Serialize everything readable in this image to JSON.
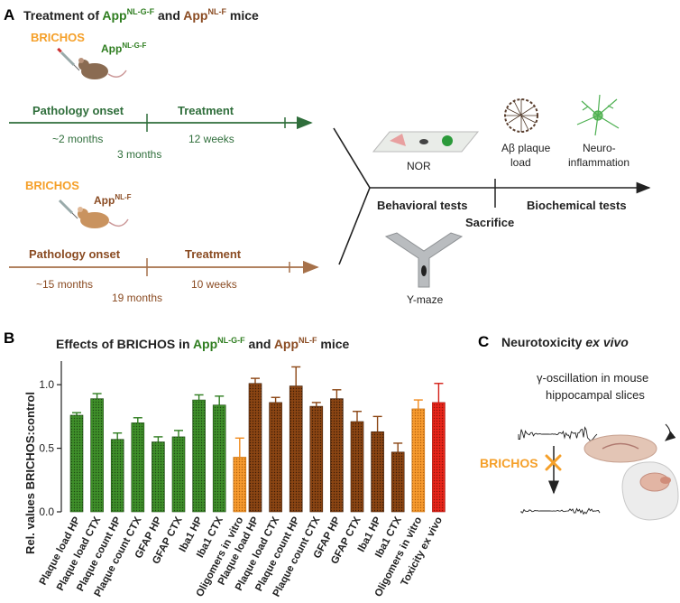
{
  "panelA": {
    "letter": "A",
    "title_parts": [
      "Treatment of ",
      "App",
      "NL-G-F",
      " and ",
      "App",
      "NL-F",
      " mice"
    ],
    "top": {
      "agent": "BRICHOS",
      "mouse_base": "App",
      "mouse_sup": "NL-G-F",
      "onset_label": "Pathology onset",
      "treatment_label": "Treatment",
      "onset_time": "~2 months",
      "split_time": "3 months",
      "treatment_time": "12 weeks"
    },
    "bottom": {
      "agent": "BRICHOS",
      "mouse_base": "App",
      "mouse_sup": "NL-F",
      "onset_label": "Pathology onset",
      "treatment_label": "Treatment",
      "onset_time": "~15 months",
      "split_time": "19 months",
      "treatment_time": "10 weeks"
    },
    "right": {
      "nor": "NOR",
      "plaque_line1": "Aβ plaque",
      "plaque_line2": "load",
      "neuro_line1": "Neuro-",
      "neuro_line2": "inflammation",
      "behavioral": "Behavioral tests",
      "biochemical": "Biochemical tests",
      "sacrifice": "Sacrifice",
      "ymaze": "Y-maze"
    }
  },
  "panelB": {
    "letter": "B",
    "title_parts": [
      "Effects of BRICHOS in ",
      "App",
      "NL-G-F",
      " and ",
      "App",
      "NL-F",
      " mice"
    ]
  },
  "panelC": {
    "letter": "C",
    "title_plain": "Neurotoxicity ",
    "title_italic": "ex vivo",
    "caption_line1": "γ-oscillation in mouse",
    "caption_line2": "hippocampal slices",
    "agent": "BRICHOS"
  },
  "colors": {
    "green_dark": "#2e7d1f",
    "green_bar": "#3f8f2a",
    "brown_text": "#8a4b22",
    "brown_bar": "#8b4513",
    "orange": "#f5a02a",
    "orange_bar": "#f79a2e",
    "red_bar": "#e8251a",
    "timeline_green": "#2f6e3b",
    "timeline_brown": "#a6714a"
  },
  "chart_data": {
    "type": "bar",
    "ylabel": "Rel. values BRICHOS:control",
    "ylim": [
      0,
      1.2
    ],
    "yticks": [
      0.0,
      0.5,
      1.0
    ],
    "yticklabels": [
      "0.0",
      "0.5",
      "1.0"
    ],
    "groups": [
      {
        "color": "green",
        "categories": [
          "Plaque load HP",
          "Plaque load CTX",
          "Plaque count HP",
          "Plaque count CTX",
          "GFAP HP",
          "GFAP CTX",
          "Iba1 HP",
          "Iba1 CTX",
          "Oligomers in vitro"
        ],
        "values": [
          0.76,
          0.89,
          0.57,
          0.7,
          0.55,
          0.59,
          0.88,
          0.84,
          0.43
        ],
        "errors": [
          0.02,
          0.04,
          0.05,
          0.04,
          0.04,
          0.05,
          0.04,
          0.07,
          0.15
        ],
        "fill": [
          "green",
          "green",
          "green",
          "green",
          "green",
          "green",
          "green",
          "green",
          "orange"
        ]
      },
      {
        "color": "brown",
        "categories": [
          "Plaque load HP",
          "Plaque load CTX",
          "Plaque count HP",
          "Plaque count CTX",
          "GFAP HP",
          "GFAP CTX",
          "Iba1 HP",
          "Iba1 CTX",
          "Oligomers in vitro",
          "Toxicity ex vivo"
        ],
        "values": [
          1.01,
          0.86,
          0.99,
          0.83,
          0.89,
          0.71,
          0.63,
          0.47,
          0.81,
          0.86
        ],
        "errors": [
          0.04,
          0.04,
          0.15,
          0.03,
          0.07,
          0.08,
          0.12,
          0.07,
          0.07,
          0.15
        ],
        "fill": [
          "brown",
          "brown",
          "brown",
          "brown",
          "brown",
          "brown",
          "brown",
          "brown",
          "orange",
          "red"
        ]
      }
    ]
  }
}
